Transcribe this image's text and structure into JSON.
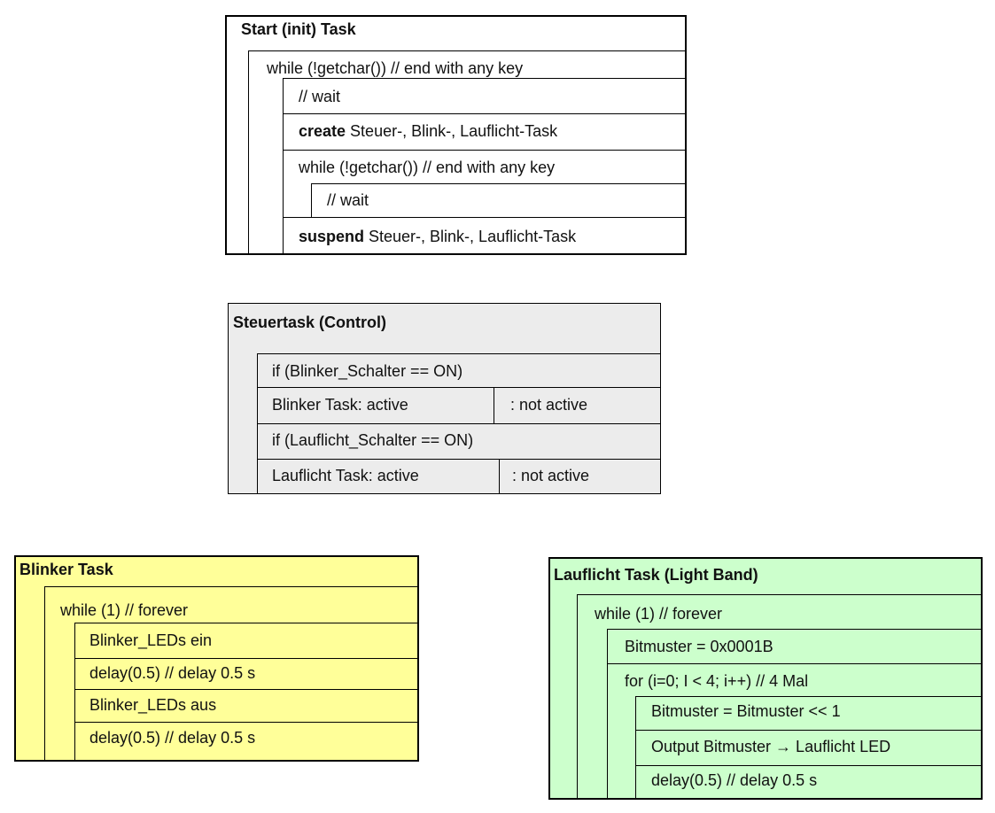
{
  "colors": {
    "steuer_bg": "#ececec",
    "blinker_bg": "#ffff99",
    "lauflicht_bg": "#ccffcc",
    "line": "#000000"
  },
  "start_task": {
    "title": "Start (init) Task",
    "loop1": "while (!getchar())  // end with any key",
    "wait1": "// wait",
    "create_kw": "create",
    "create_rest": " Steuer-, Blink-, Lauflicht-Task",
    "loop2": "while (!getchar())  // end with any key",
    "wait2": "// wait",
    "suspend_kw": "suspend",
    "suspend_rest": " Steuer-, Blink-, Lauflicht-Task"
  },
  "steuer_task": {
    "title": "Steuertask   (Control)",
    "if_blinker": "if (Blinker_Schalter == ON)",
    "blinker_active": "Blinker Task:  active",
    "blinker_not_active": ": not  active",
    "if_lauflicht": "if (Lauflicht_Schalter == ON)",
    "lauflicht_active": "Lauflicht Task:  active",
    "lauflicht_not_active": ": not  active"
  },
  "blinker_task": {
    "title": "Blinker Task",
    "loop": "while (1)  // forever",
    "leds_on": "Blinker_LEDs ein",
    "delay1": "delay(0.5)  // delay 0.5 s",
    "leds_off": "Blinker_LEDs aus",
    "delay2": "delay(0.5)  // delay 0.5 s"
  },
  "lauflicht_task": {
    "title": "Lauflicht Task (Light Band)",
    "loop": "while (1)  // forever",
    "bitmuster_init": "Bitmuster = 0x0001B",
    "for_loop": "for (i=0; I < 4; i++)  // 4 Mal",
    "shift": "Bitmuster = Bitmuster << 1",
    "output": "Output Bitmuster → Lauflicht LED",
    "delay": "delay(0.5)  // delay 0.5 s"
  }
}
